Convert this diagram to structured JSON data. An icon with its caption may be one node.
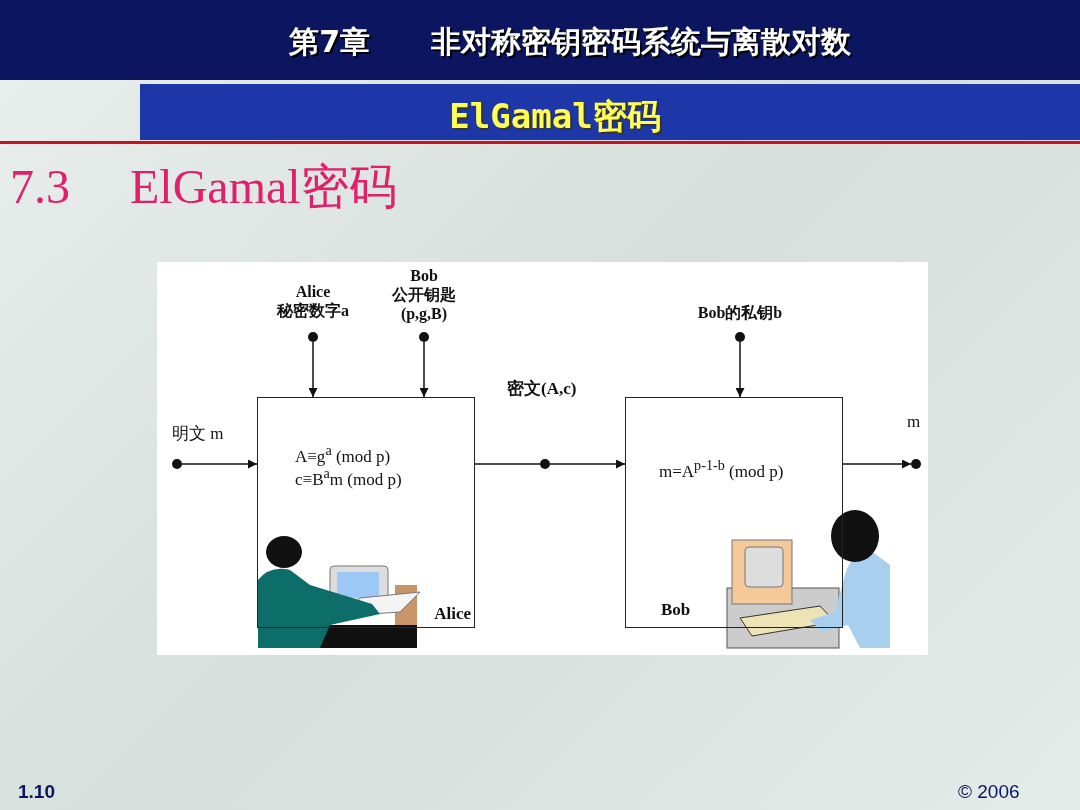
{
  "diagram": {
    "title": "第7章 非对称密钥密码系统与离散对数",
    "nodes": [
      {
        "text": [
          "Alice",
          "秘密数字a"
        ]
      },
      {
        "text": [
          "Bob",
          "公开钥匙",
          "(p,g,B)"
        ]
      },
      {
        "text": [
          "Bob的私钥b"
        ]
      },
      {
        "text": [],
        "shape": "circle"
      },
      {
        "text": [
          "A≡g$^{a}$ (mod p)",
          "c≡B$^{a}$m (mod p)",
          "Alice"
        ]
      },
      {
        "text": [],
        "shape": "circle"
      },
      {
        "text": [
          "m=A$^{p-1-b}$ (mod p)",
          "Bob"
        ]
      },
      {
        "text": [],
        "shape": "circle"
      }
    ],
    "edges": [
      {
        "from": 0,
        "to": 4,
        "arrow": "to"
      },
      {
        "from": 1,
        "to": 4,
        "arrow": "to"
      },
      {
        "from": 2,
        "to": 6,
        "arrow": "to"
      },
      {
        "from": 3,
        "to": 4,
        "arrow": "to"
      },
      {
        "from": 4,
        "to": 5,
        "arrow": "none",
        "label": "密文(A,c)"
      },
      {
        "from": 5,
        "to": 6,
        "arrow": "to"
      },
      {
        "from": 6,
        "to": 7,
        "arrow": "to"
      }
    ],
    "labels": [
      "ElGamal密码",
      "7.3 ElGamal密码",
      "明文 m",
      "m",
      "1.10",
      "© 2006"
    ]
  }
}
